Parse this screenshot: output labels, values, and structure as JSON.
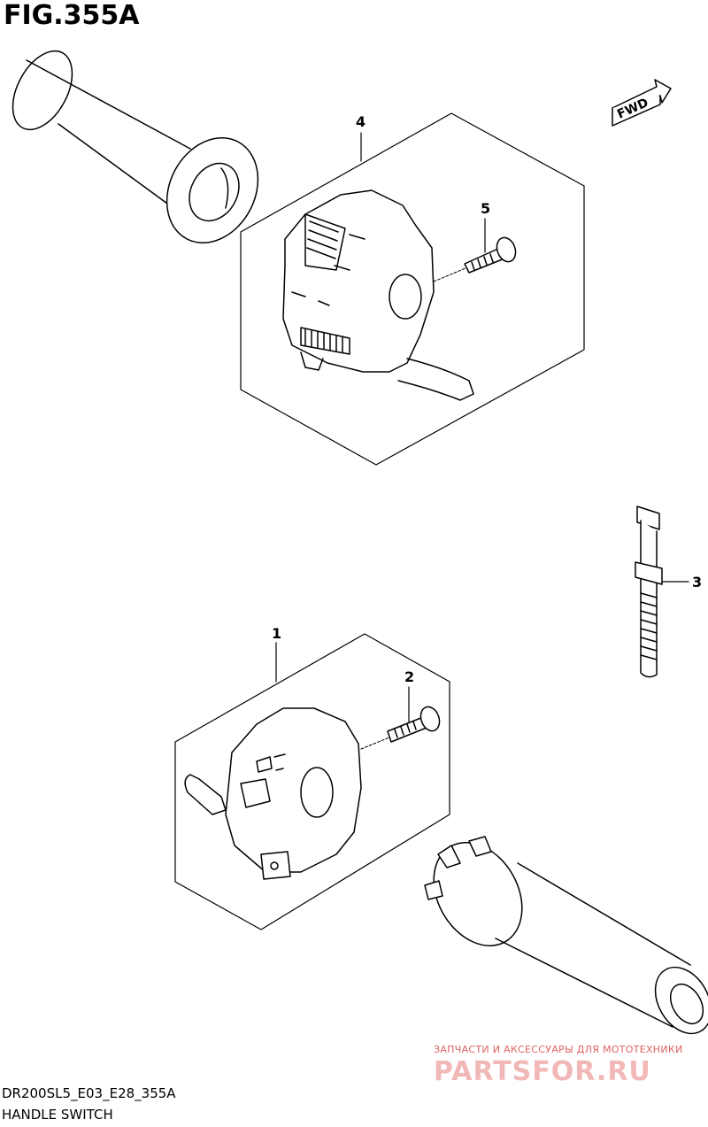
{
  "figure": {
    "title": "FIG.355A",
    "code": "DR200SL5_E03_E28_355A",
    "name": "HANDLE SWITCH"
  },
  "direction_label": "FWD",
  "callouts": [
    "1",
    "2",
    "3",
    "4",
    "5"
  ],
  "watermark": {
    "line1": "ЗАПЧАСТИ И АКСЕССУАРЫ ДЛЯ МОТОТЕХНИКИ",
    "line2": "PARTSFOR.RU"
  }
}
